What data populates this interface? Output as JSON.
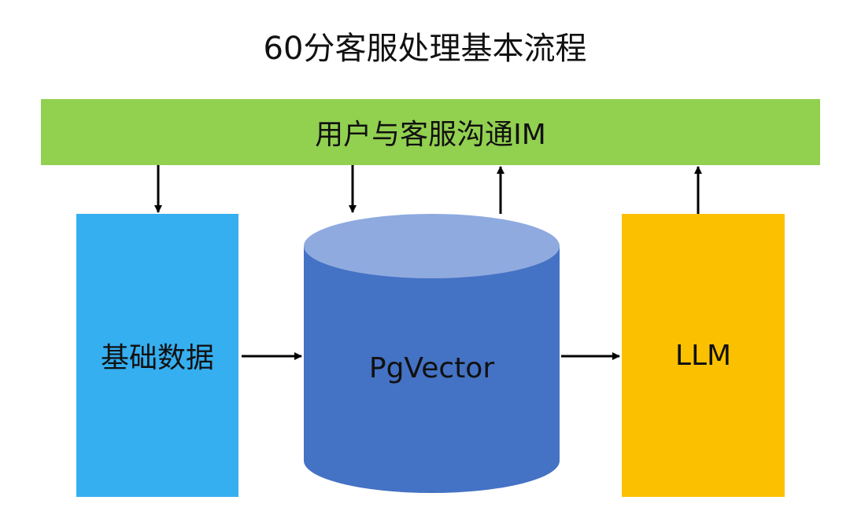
{
  "title": "60分客服处理基本流程",
  "nodes": {
    "im": {
      "label": "用户与客服沟通IM",
      "color": "#92d050"
    },
    "basic_data": {
      "label": "基础数据",
      "color": "#35aff0"
    },
    "pgvector": {
      "label": "PgVector",
      "body_color": "#4472c4",
      "top_color": "#8eaadf"
    },
    "llm": {
      "label": "LLM",
      "color": "#fbc101"
    }
  },
  "edges": [
    {
      "from": "im",
      "to": "basic_data"
    },
    {
      "from": "im",
      "to": "pgvector"
    },
    {
      "from": "pgvector",
      "to": "im"
    },
    {
      "from": "llm",
      "to": "im"
    },
    {
      "from": "basic_data",
      "to": "pgvector"
    },
    {
      "from": "pgvector",
      "to": "llm"
    }
  ]
}
